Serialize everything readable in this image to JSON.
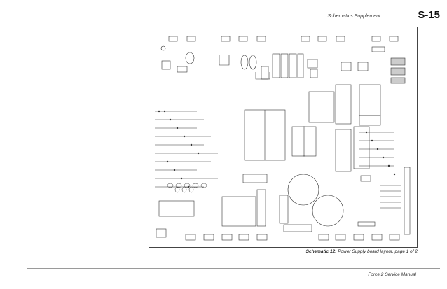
{
  "header": {
    "section_title": "Schematics Supplement",
    "page_number": "S-15"
  },
  "caption": {
    "label": "Schematic 12:",
    "text": "Power Supply board layout, page 1 of 2"
  },
  "footer": {
    "manual_title": "Force 2 Service Manual"
  }
}
